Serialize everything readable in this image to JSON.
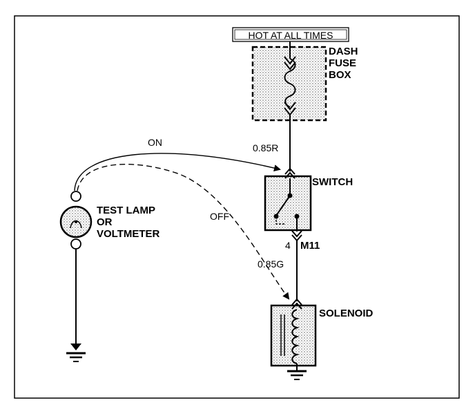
{
  "header_label": "HOT AT ALL TIMES",
  "fuse_box": {
    "line1": "DASH",
    "line2": "FUSE",
    "line3": "BOX"
  },
  "wire_top": "0.85R",
  "switch_label": "SWITCH",
  "connector": {
    "pin": "4",
    "name": "M11"
  },
  "wire_bottom": "0.85G",
  "solenoid_label": "SOLENOID",
  "test_lamp": {
    "line1": "TEST LAMP",
    "line2": "OR",
    "line3": "VOLTMETER"
  },
  "arrow_on": "ON",
  "arrow_off": "OFF"
}
